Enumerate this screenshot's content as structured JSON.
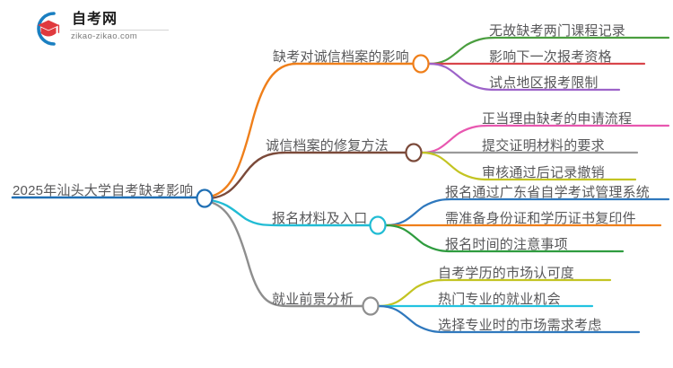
{
  "brand": {
    "name": "自考网",
    "domain": "zikao-zikao.com",
    "logo_icon": "graduation-cap-icon",
    "arc_color": "#1a7fc1",
    "cap_color": "#e03a3e"
  },
  "diagram": {
    "type": "mindmap",
    "root": {
      "label": "2025年汕头大学自考缺考影响",
      "color": "#1f6fb4"
    },
    "branches": [
      {
        "label": "缺考对诚信档案的影响",
        "color": "#ef7f1a",
        "children": [
          {
            "label": "无故缺考两门课程记录",
            "color": "#4a9e3f"
          },
          {
            "label": "影响下一次报考资格",
            "color": "#d9454b"
          },
          {
            "label": "试点地区报考限制",
            "color": "#9d63c9"
          }
        ]
      },
      {
        "label": "诚信档案的修复方法",
        "color": "#7b4a3a",
        "children": [
          {
            "label": "正当理由缺考的申请流程",
            "color": "#e857b0"
          },
          {
            "label": "提交证明材料的要求",
            "color": "#9a9a9a"
          },
          {
            "label": "审核通过后记录撤销",
            "color": "#c3c422"
          }
        ]
      },
      {
        "label": "报名材料及入口",
        "color": "#21bcd4",
        "children": [
          {
            "label": "报名通过广东省自学考试管理系统",
            "color": "#2f78bd"
          },
          {
            "label": "需准备身份证和学历证书复印件",
            "color": "#ef7f1a"
          },
          {
            "label": "报名时间的注意事项",
            "color": "#2f9c3f"
          }
        ]
      },
      {
        "label": "就业前景分析",
        "color": "#8e8e8e",
        "children": [
          {
            "label": "自考学历的市场认可度",
            "color": "#c3c422"
          },
          {
            "label": "热门专业的就业机会",
            "color": "#22c3e0"
          },
          {
            "label": "选择专业时的市场需求考虑",
            "color": "#2f78bd"
          }
        ]
      }
    ]
  }
}
